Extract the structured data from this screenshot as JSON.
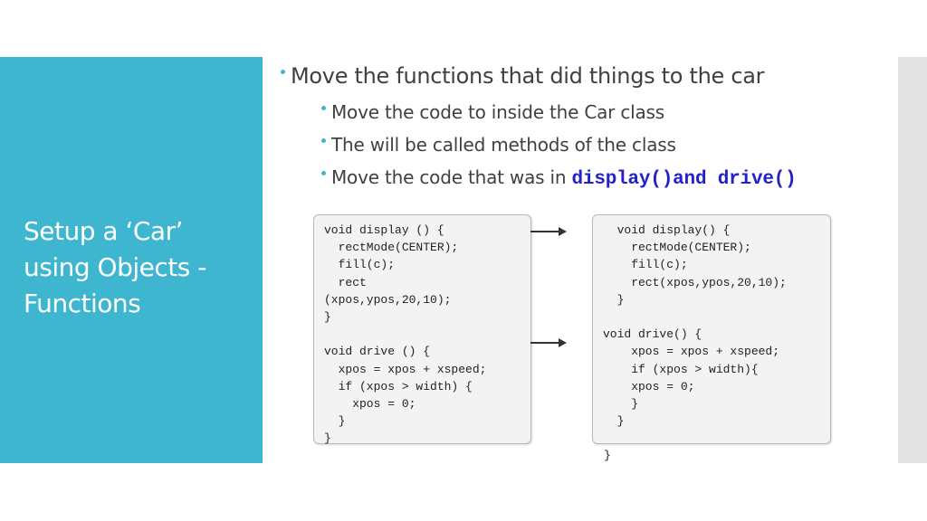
{
  "slide": {
    "title_lines": [
      "Setup a ‘Car’",
      "using Objects -",
      "Functions"
    ],
    "bullet_main": "Move the functions that did things to the car",
    "sub_bullets": [
      "Move the code to inside the Car class",
      "The will be called methods of the class",
      "Move the code that was in "
    ],
    "sub_bullet_code": "display()and drive()"
  },
  "figure": {
    "left_code": "void display () {\n  rectMode(CENTER);\n  fill(c);\n  rect\n(xpos,ypos,20,10);\n}\n\nvoid drive () {\n  xpos = xpos + xspeed;\n  if (xpos > width) {\n    xpos = 0;\n  }\n}",
    "right_code": "  void display() {\n    rectMode(CENTER);\n    fill(c);\n    rect(xpos,ypos,20,10);\n  }\n\nvoid drive() {\n    xpos = xpos + xspeed;\n    if (xpos > width){\n    xpos = 0;\n    }\n  }",
    "closing_brace": "}"
  },
  "colors": {
    "accent": "#3fb6cf",
    "side_gray": "#e3e3e3",
    "code_highlight": "#2222cc"
  }
}
